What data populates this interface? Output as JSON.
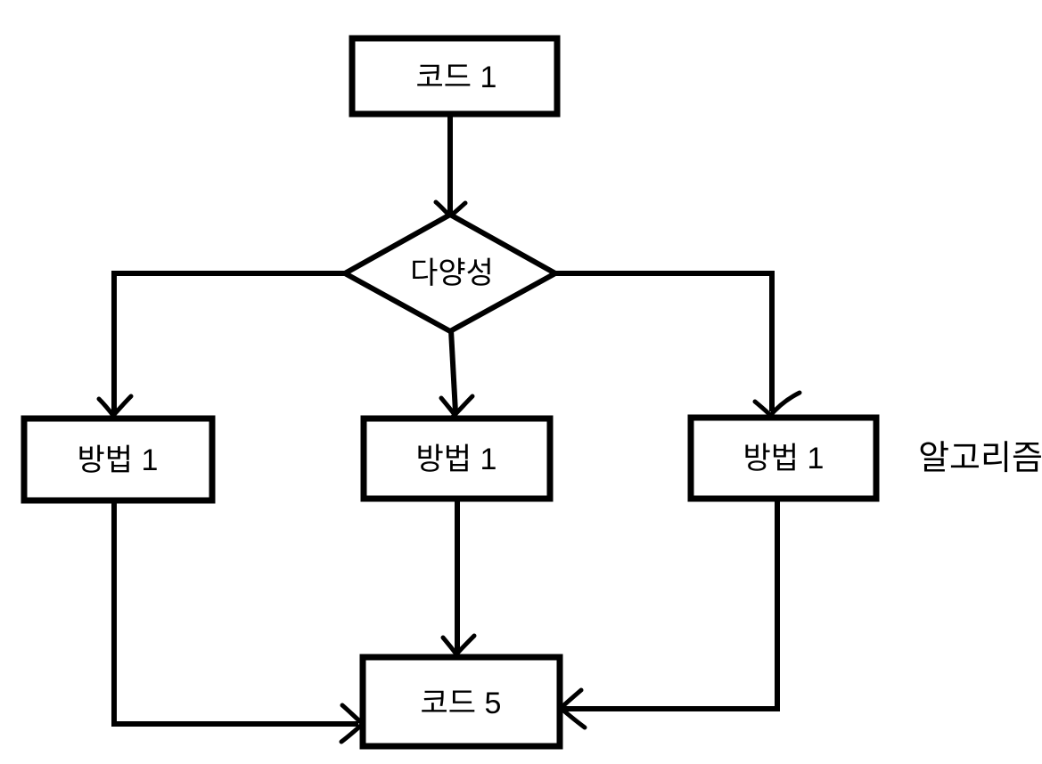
{
  "diagram": {
    "type": "flowchart",
    "background_color": "#ffffff",
    "stroke_color": "#000000",
    "nodes": {
      "code1": {
        "label": "코드 1",
        "shape": "rectangle"
      },
      "diversity": {
        "label": "다양성",
        "shape": "diamond"
      },
      "method_left": {
        "label": "방법 1",
        "shape": "rectangle"
      },
      "method_middle": {
        "label": "방법 1",
        "shape": "rectangle"
      },
      "method_right": {
        "label": "방법 1",
        "shape": "rectangle"
      },
      "code5": {
        "label": "코드 5",
        "shape": "rectangle"
      }
    },
    "annotation": {
      "label": "알고리즘"
    },
    "edges": [
      {
        "from": "code1",
        "to": "diversity",
        "arrow": true
      },
      {
        "from": "diversity",
        "to": "method_left",
        "arrow": true
      },
      {
        "from": "diversity",
        "to": "method_middle",
        "arrow": true
      },
      {
        "from": "diversity",
        "to": "method_right",
        "arrow": true
      },
      {
        "from": "method_left",
        "to": "code5",
        "arrow": true
      },
      {
        "from": "method_middle",
        "to": "code5",
        "arrow": true
      },
      {
        "from": "method_right",
        "to": "code5",
        "arrow": true
      }
    ]
  }
}
